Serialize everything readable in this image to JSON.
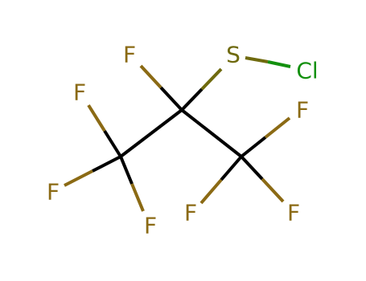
{
  "colors": {
    "carbon": "#000000",
    "fluorine": "#8B6A14",
    "sulfur": "#6F6A0E",
    "chlorine": "#13900E"
  },
  "atoms": {
    "f_top": "F",
    "s": "S",
    "cl": "Cl",
    "f_upper_left": "F",
    "f_left": "F",
    "f_bottom_left": "F",
    "f_right": "F",
    "f_bottom_middle": "F",
    "f_bottom_right": "F"
  }
}
